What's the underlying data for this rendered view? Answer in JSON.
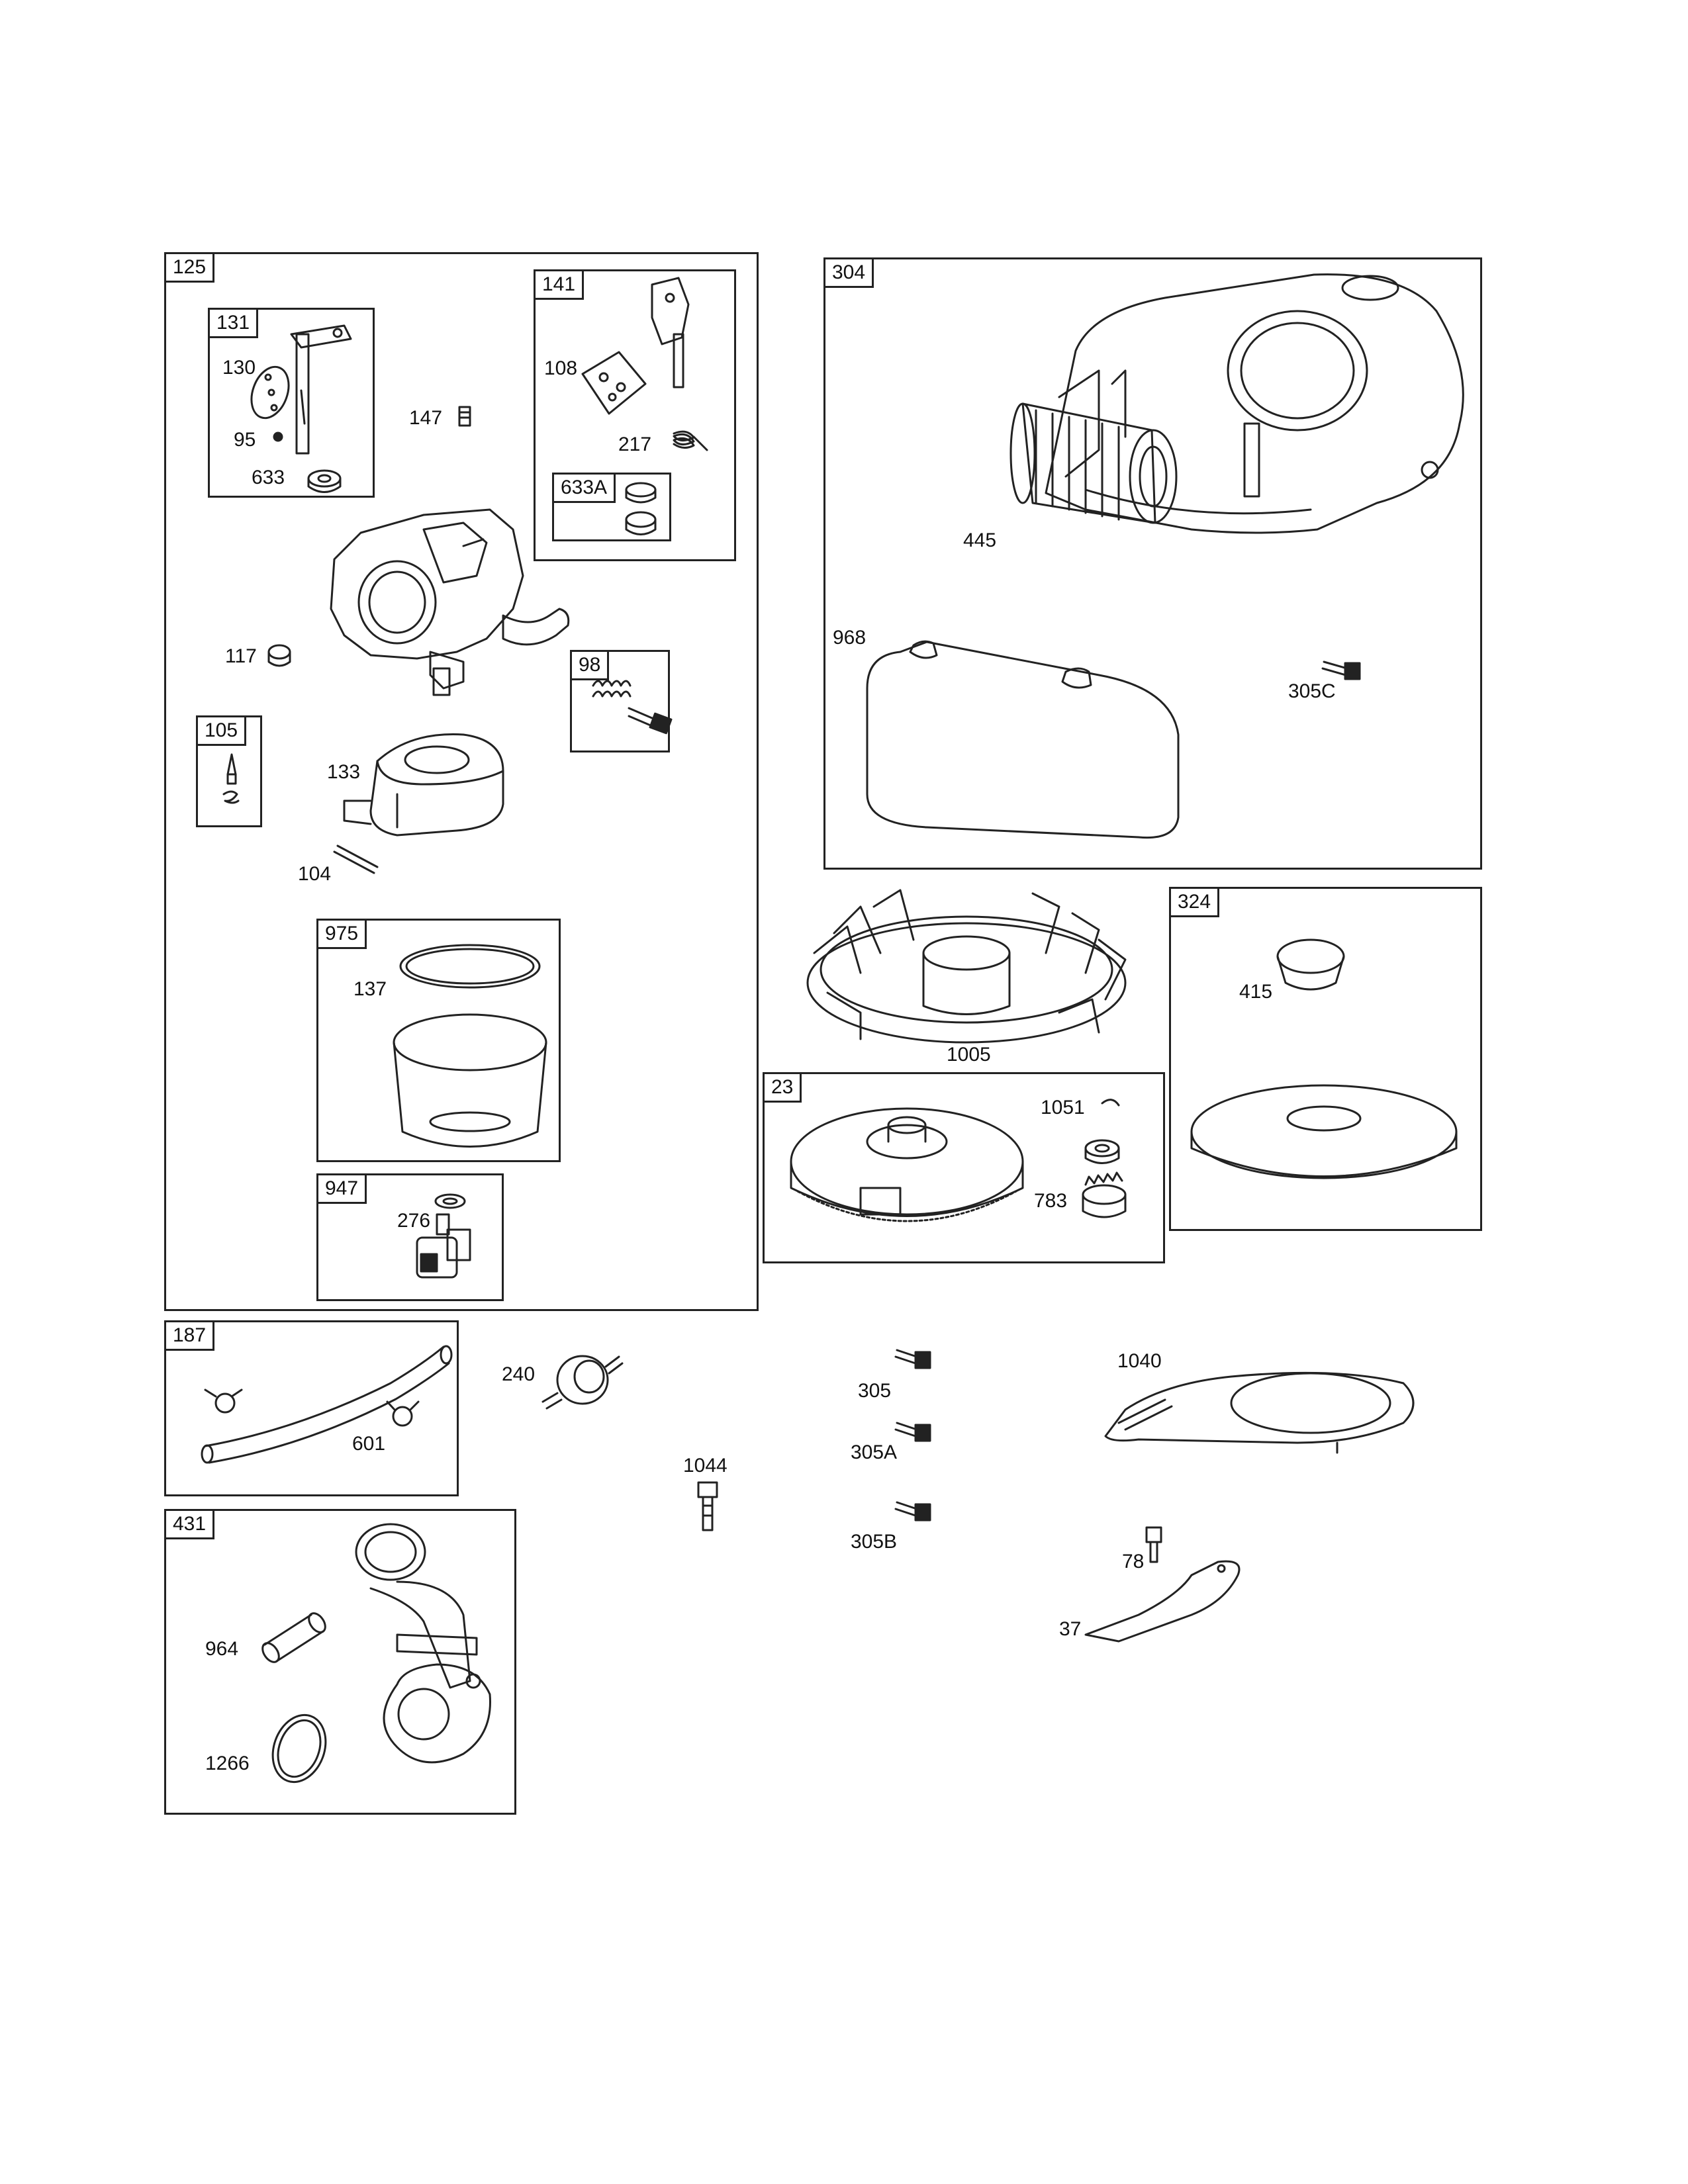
{
  "groups": {
    "g125": "125",
    "g131": "131",
    "g141": "141",
    "g633A": "633A",
    "g98": "98",
    "g105": "105",
    "g975": "975",
    "g947": "947",
    "g304": "304",
    "g324": "324",
    "g23": "23",
    "g187": "187",
    "g431": "431"
  },
  "parts": {
    "p130": "130",
    "p95": "95",
    "p633": "633",
    "p147": "147",
    "p108": "108",
    "p217": "217",
    "p117": "117",
    "p133": "133",
    "p104": "104",
    "p137": "137",
    "p276": "276",
    "p445": "445",
    "p968": "968",
    "p305C": "305C",
    "p1005": "1005",
    "p415": "415",
    "p1051": "1051",
    "p783": "783",
    "p240": "240",
    "p601": "601",
    "p305": "305",
    "p305A": "305A",
    "p305B": "305B",
    "p1040": "1040",
    "p1044": "1044",
    "p78": "78",
    "p37": "37",
    "p964": "964",
    "p1266": "1266"
  }
}
